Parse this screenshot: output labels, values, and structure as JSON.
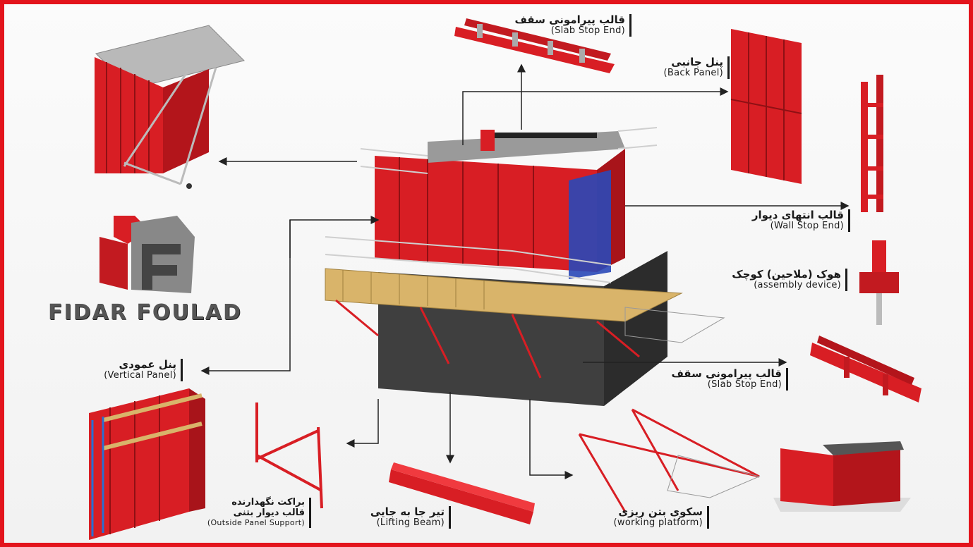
{
  "brand": {
    "name": "FIDAR FOULAD"
  },
  "labels": {
    "slab_stop_end_top": {
      "fa": "قالب پیرامونی سقف",
      "en": "(Slab Stop End)"
    },
    "back_panel": {
      "fa": "پنل جانبی",
      "en": "(Back Panel)"
    },
    "wall_stop_end": {
      "fa": "قالب انتهای دیوار",
      "en": "(Wall Stop End)"
    },
    "assembly_device": {
      "fa": "هوک (ملاحین) کوچک",
      "en": "(assembly device)"
    },
    "slab_stop_end_bottom": {
      "fa": "قالب پیرامونی سقف",
      "en": "(Slab Stop End)"
    },
    "vertical_panel": {
      "fa": "پنل عمودی",
      "en": "(Vertical Panel)"
    },
    "outside_panel_support": {
      "fa1": "براکت نگهدارنده",
      "fa2": "قالب دیوار بتنی",
      "en": "(Outside Panel Support)"
    },
    "lifting_beam": {
      "fa": "تیر جا به جایی",
      "en": "(Lifting Beam)"
    },
    "working_platform": {
      "fa": "سکوی بتن ریزی",
      "en": "(working platform)"
    }
  },
  "colors": {
    "frame": "#e3141c",
    "steel_red": "#d81e24",
    "timber": "#d9b46a",
    "concrete": "#4a4a4a"
  }
}
